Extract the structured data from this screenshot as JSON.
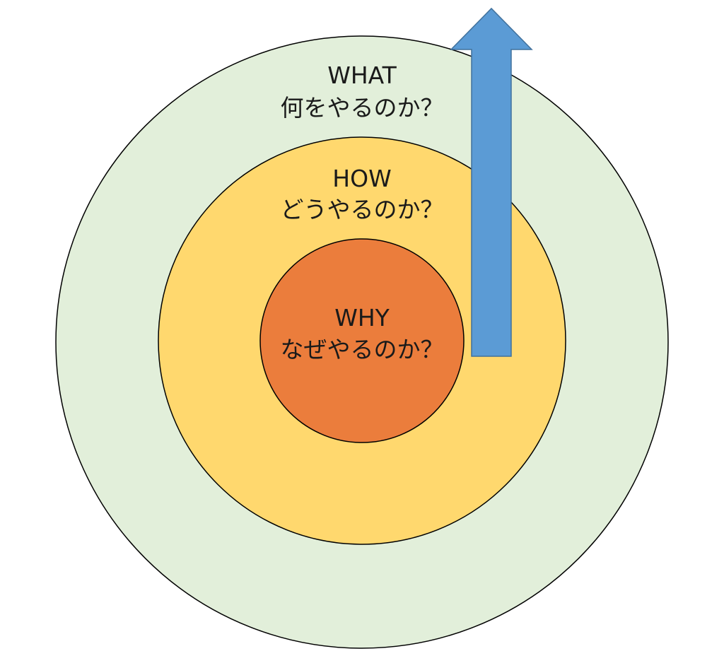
{
  "diagram": {
    "outer": {
      "title": "WHAT",
      "subtitle": "何をやるのか？",
      "color": "#E2EFDA"
    },
    "middle": {
      "title": "HOW",
      "subtitle": "どうやるのか？",
      "color": "#FFD86E"
    },
    "inner": {
      "title": "WHY",
      "subtitle": "なぜやるのか？",
      "color": "#EB7D3C"
    },
    "arrow": {
      "color": "#5B9BD5",
      "icon": "up-arrow-icon"
    },
    "stroke_color": "#000000"
  }
}
